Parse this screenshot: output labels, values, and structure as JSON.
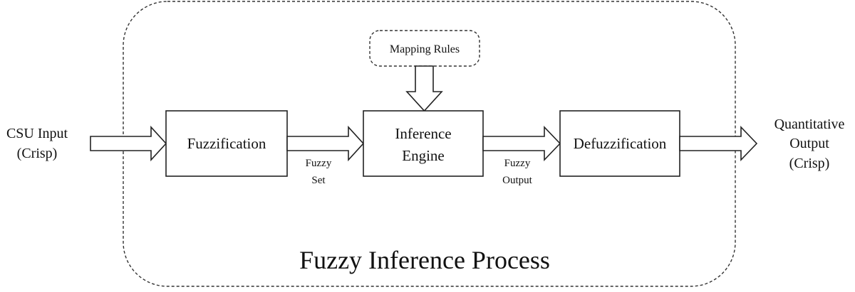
{
  "diagram": {
    "process_label": "Fuzzy Inference Process",
    "input_label": [
      "CSU Input",
      "(Crisp)"
    ],
    "output_label": [
      "Quantitative",
      "Output",
      "(Crisp)"
    ],
    "mapping_rules": "Mapping Rules",
    "blocks": [
      {
        "lines": [
          "Fuzzification"
        ]
      },
      {
        "lines": [
          "Inference",
          "Engine"
        ]
      },
      {
        "lines": [
          "Defuzzification"
        ]
      }
    ],
    "edge_labels": [
      {
        "lines": [
          "Fuzzy",
          "Set"
        ]
      },
      {
        "lines": [
          "Fuzzy",
          "Output"
        ]
      }
    ]
  }
}
